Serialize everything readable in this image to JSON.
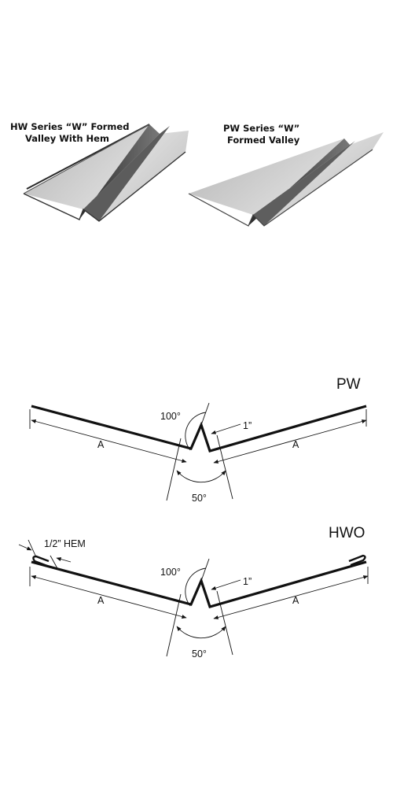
{
  "products": [
    {
      "caption_line1": "HW Series “W” Formed",
      "caption_line2": "Valley With Hem"
    },
    {
      "caption_line1": "PW Series “W”",
      "caption_line2": "Formed Valley"
    }
  ],
  "profiles": [
    {
      "code": "PW",
      "angle_top": "100°",
      "rib_size": "1”",
      "leg_left": "A",
      "leg_right": "A",
      "angle_bottom": "50°"
    },
    {
      "code": "HWO",
      "hem_label": "1/2” HEM",
      "angle_top": "100°",
      "rib_size": "1”",
      "leg_left": "A",
      "leg_right": "A",
      "angle_bottom": "50°"
    }
  ],
  "colors": {
    "line": "#111111",
    "metal_light": "#d9d9d9",
    "metal_mid": "#a9a9a9",
    "metal_dark": "#3a3a3a"
  }
}
